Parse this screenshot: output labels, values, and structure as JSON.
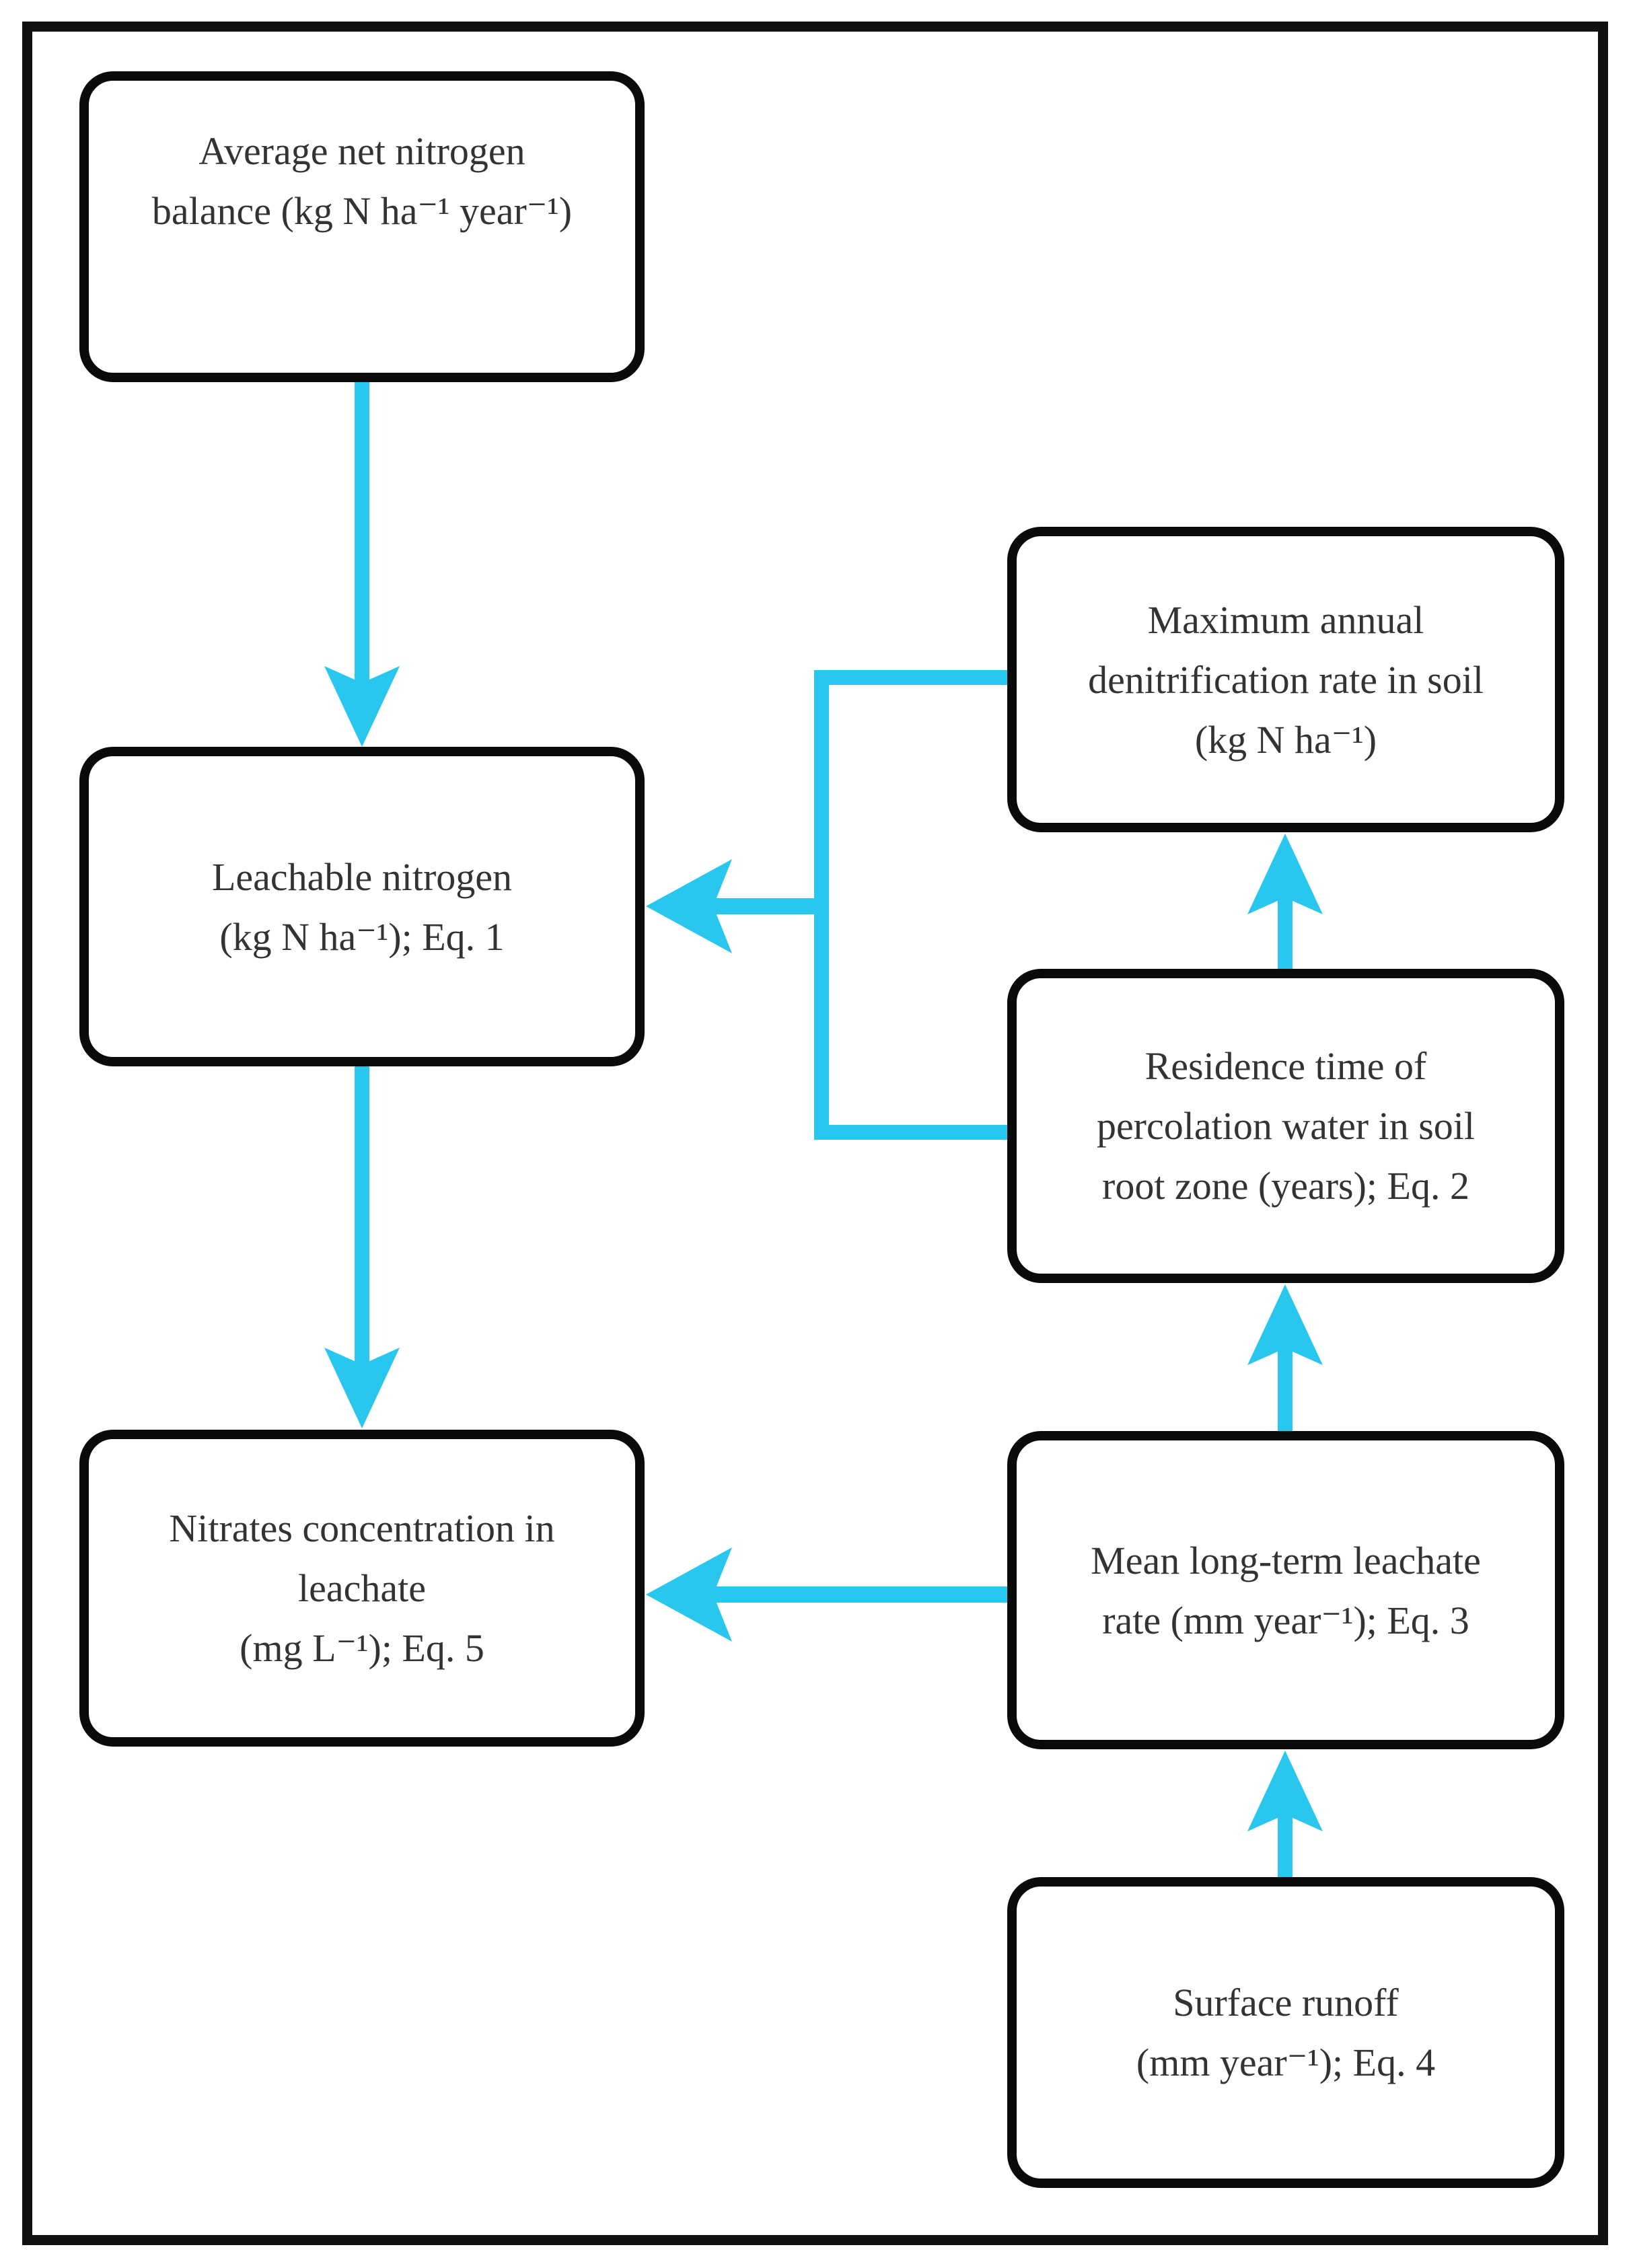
{
  "diagram": {
    "kind": "flowchart",
    "boxes": {
      "average_net_nitrogen_balance": {
        "lines": [
          "Average net nitrogen",
          "balance (kg N ha⁻¹ year⁻¹)"
        ]
      },
      "leachable_nitrogen": {
        "lines": [
          "Leachable nitrogen",
          "(kg N ha⁻¹); Eq. 1"
        ]
      },
      "nitrates_concentration": {
        "lines": [
          "Nitrates concentration in",
          "leachate",
          "(mg L⁻¹); Eq. 5"
        ]
      },
      "max_annual_denitrification": {
        "lines": [
          "Maximum annual",
          "denitrification rate in soil",
          "(kg N ha⁻¹)"
        ]
      },
      "residence_time": {
        "lines": [
          "Residence time of",
          "percolation water in soil",
          "root zone (years); Eq. 2"
        ]
      },
      "mean_leachate_rate": {
        "lines": [
          "Mean long-term leachate",
          "rate (mm year⁻¹); Eq. 3"
        ]
      },
      "surface_runoff": {
        "lines": [
          "Surface runoff",
          "(mm year⁻¹); Eq. 4"
        ]
      }
    },
    "edges": [
      {
        "from": "average_net_nitrogen_balance",
        "to": "leachable_nitrogen"
      },
      {
        "from": "leachable_nitrogen",
        "to": "nitrates_concentration"
      },
      {
        "from": "max_annual_denitrification",
        "to": "leachable_nitrogen"
      },
      {
        "from": "residence_time",
        "to": "leachable_nitrogen"
      },
      {
        "from": "residence_time",
        "to": "max_annual_denitrification"
      },
      {
        "from": "mean_leachate_rate",
        "to": "residence_time"
      },
      {
        "from": "mean_leachate_rate",
        "to": "nitrates_concentration"
      },
      {
        "from": "surface_runoff",
        "to": "mean_leachate_rate"
      }
    ]
  },
  "colors": {
    "arrow": "#29C6EE",
    "box_border": "#0a0a0a",
    "frame": "#111111",
    "text": "#333333",
    "background": "#ffffff"
  }
}
